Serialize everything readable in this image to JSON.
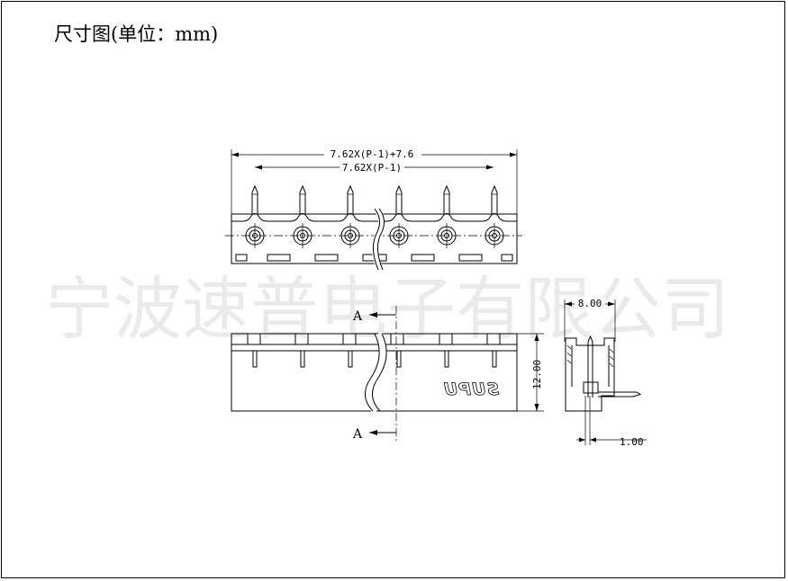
{
  "title": "尺寸图(单位：mm)",
  "watermark": "宁波速普电子有限公司",
  "brand": "SUPU",
  "dimensions": {
    "overall_length": "7.62X(P-1)+7.6",
    "pitch_span": "7.62X(P-1)",
    "height": "12.00",
    "depth": "8.00",
    "pin_offset": "1.00"
  },
  "section_label": "A",
  "colors": {
    "line": "#000000",
    "watermark": "#000000",
    "background": "#ffffff"
  }
}
